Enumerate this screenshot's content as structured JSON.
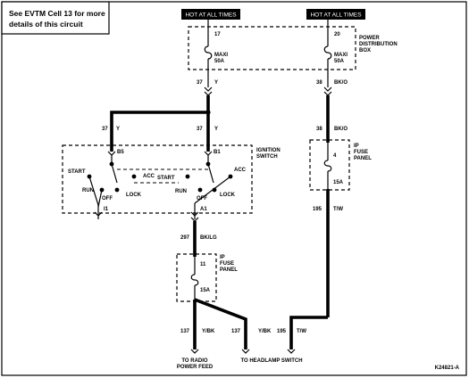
{
  "note": {
    "line1": "See EVTM Cell 13 for more",
    "line2": "details of this circuit"
  },
  "hot_tags": [
    "HOT AT ALL TIMES",
    "HOT AT ALL TIMES"
  ],
  "power_distribution_box": {
    "label_line1": "POWER",
    "label_line2": "DISTRIBUTION",
    "label_line3": "BOX",
    "fuses": [
      {
        "number": "17",
        "type": "MAXI",
        "rating": "50A"
      },
      {
        "number": "20",
        "type": "MAXI",
        "rating": "50A"
      }
    ]
  },
  "ignition_switch": {
    "label_line1": "IGNITION",
    "label_line2": "SWITCH",
    "terminals": {
      "b5": "B5",
      "b1": "B1",
      "i1": "I1",
      "a1": "A1"
    },
    "left_positions": {
      "start": "START",
      "run": "RUN",
      "off": "OFF",
      "lock": "LOCK",
      "acc": "ACC"
    },
    "right_positions": {
      "acc": "ACC",
      "start": "START",
      "run": "RUN",
      "off": "OFF",
      "lock": "LOCK"
    }
  },
  "ip_fuse_panel_right": {
    "label_line1": "IP",
    "label_line2": "FUSE",
    "label_line3": "PANEL",
    "fuse_number": "4",
    "fuse_rating": "15A"
  },
  "ip_fuse_panel_left": {
    "label_line1": "IP",
    "label_line2": "FUSE",
    "label_line3": "PANEL",
    "fuse_number": "11",
    "fuse_rating": "15A"
  },
  "wires": {
    "w37a": {
      "circuit": "37",
      "color": "Y"
    },
    "w37b": {
      "circuit": "37",
      "color": "Y"
    },
    "w37c": {
      "circuit": "37",
      "color": "Y"
    },
    "w38a": {
      "circuit": "38",
      "color": "BK/O"
    },
    "w38b": {
      "circuit": "38",
      "color": "BK/O"
    },
    "w195a": {
      "circuit": "195",
      "color": "T/W"
    },
    "w195b": {
      "circuit": "195",
      "color": "T/W"
    },
    "w297": {
      "circuit": "297",
      "color": "BK/LG"
    },
    "w137a": {
      "circuit": "137",
      "color": "Y/BK"
    },
    "w137b": {
      "circuit": "137",
      "color": "Y/BK"
    }
  },
  "destinations": {
    "radio_line1": "TO RADIO",
    "radio_line2": "POWER FEED",
    "headlamp": "TO HEADLAMP SWITCH"
  },
  "figure_id": "K24821-A"
}
